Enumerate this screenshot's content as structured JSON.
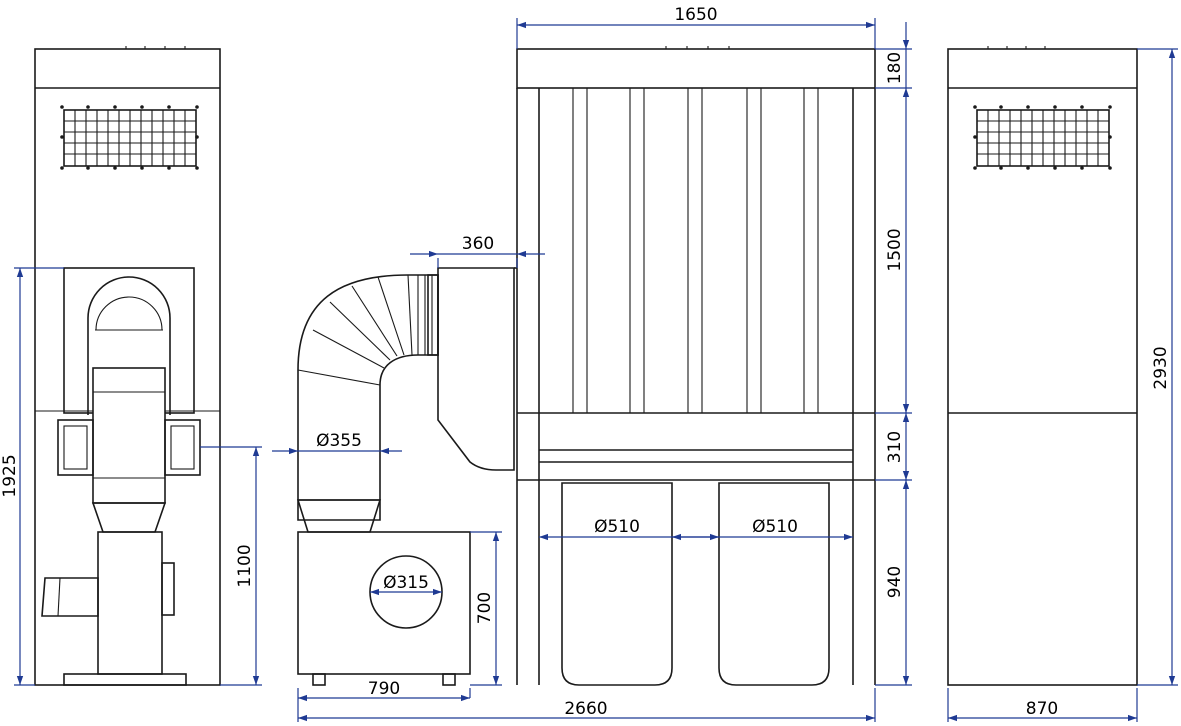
{
  "colors": {
    "outline": "#1a1a1a",
    "dimension": "#1f3a93",
    "background": "#ffffff"
  },
  "dimensions": {
    "top_width": "1650",
    "header_height": "180",
    "filter_height": "1500",
    "collar_height": "310",
    "leg_height": "940",
    "total_height": "2930",
    "right_depth": "870",
    "duct_offset": "360",
    "duct_diameter": "Ø355",
    "bin_diameter_left": "Ø510",
    "bin_diameter_right": "Ø510",
    "inlet_diameter": "Ø315",
    "fan_box_height": "700",
    "fan_box_width": "790",
    "total_width": "2660",
    "inlet_height": "1925",
    "fan_height": "1100"
  }
}
